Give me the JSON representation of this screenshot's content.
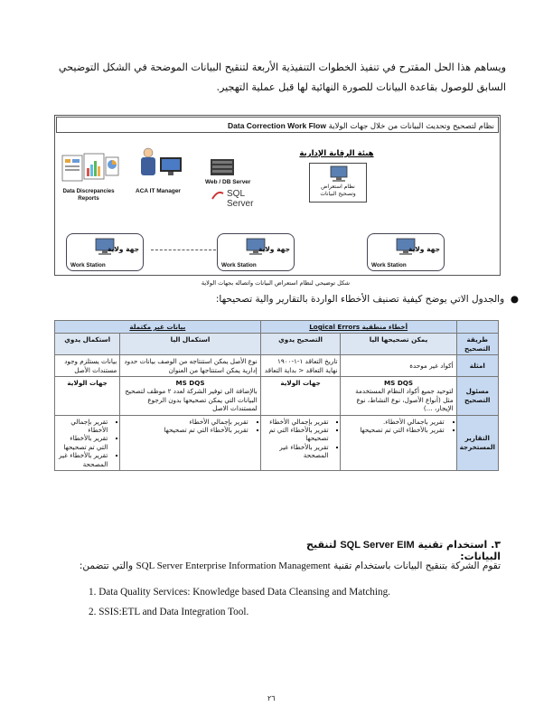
{
  "intro": {
    "line1": "ويساهم هذا الحل المقترح في تنفيذ الخطوات التنفيذية الأربعة لتنقيح البيانات الموضحة في الشكل التوضيحي",
    "line2": "السابق للوصول بقاعدة البيانات للصورة النهائية لها قبل عملية التهجير."
  },
  "figure": {
    "title_ar": "نظام لتصحيح وتحديث البيانات من خلال جهات الولاية",
    "title_en": "Data Correction Work Flow",
    "authority": "هيئة الرقابة الإدارية",
    "review_system_line1": "نظام استعراض",
    "review_system_line2": "وتصحيح البيانات",
    "server_label": "Web / DB Server",
    "sql_label": "SQL Server",
    "reports_label_line1": "Data Discrepancies",
    "reports_label_line2": "Reports",
    "manager_label": "ACA IT Manager",
    "workstations": [
      {
        "name": "جهة ولاية",
        "label": "Work Station"
      },
      {
        "name": "جهة ولاية",
        "label": "Work Station"
      },
      {
        "name": "جهة ولاية",
        "label": "Work Station"
      }
    ],
    "caption": "شكل توضيحي لنظام استعراض البيانات واتصاله بجهات الولاية"
  },
  "bullet_text": "والجدول الاتي يوضح كيفية تصنيف الأخطاء الواردة بالتقارير والية تصحيحها:",
  "table": {
    "group_logical": "أخطاء منطقية Logical Errors",
    "group_incomplete": "بيانات غير مكتملة",
    "col_method": "طريقة التصحيح",
    "col_auto": "يمكن تصحيحها اليا",
    "col_manual_fix": "التصحيح يدوي",
    "col_auto_complete": "استكمال اليا",
    "col_manual_complete": "استكمال يدوي",
    "row_examples": "امثلة",
    "ex_auto": "أكواد غير موحدة",
    "ex_manual_fix": "تاريخ التعاقد ١-١-١٩٠٠ نهاية التعاقد < بداية التعاقد",
    "ex_auto_complete": "نوع الأصل يمكن استنتاجه من الوصف بيانات حدود إدارية يمكن استنتاجها من العنوان",
    "ex_manual_complete": "بيانات يستلزم وجود مستندات الأصل",
    "row_responsible": "مسئول التصحيح",
    "resp_auto_title": "MS DQS",
    "resp_auto_desc": "لتوحيد جميع أكواد النظام المستخدمة مثل (أنواع الأصول، نوع النشاط، نوع الإيجار، ...)",
    "resp_manual_fix": "جهات الولاية",
    "resp_auto_complete_title": "MS DQS",
    "resp_auto_complete_desc": "بالإضافة الى توفير الشركة لعدد ٢ موظف لتصحيح البيانات التي يمكن تصحيحها بدون الرجوع لمستندات الاصل",
    "resp_manual_complete": "جهات الولاية",
    "row_reports": "التقارير المستخرجة",
    "rep_auto": [
      "تقرير باجمالي الأخطاء.",
      "تقرير بالأخطاء التي تم تصحيحها"
    ],
    "rep_manual_fix": [
      "تقرير بإجمالي الأخطاء",
      "تقرير بالأخطاء التي تم تصحيحها",
      "تقرير بالأخطاء غير المصححة"
    ],
    "rep_auto_complete": [
      "تقرير بإجمالي الأخطاء",
      "تقرير بالأخطاء التي تم تصحيحها"
    ],
    "rep_manual_complete": [
      "تقرير بإجمالي الأخطاء",
      "تقرير بالأخطاء التي تم تصحيحها",
      "تقرير بالأخطاء غير المصححة"
    ]
  },
  "section3": {
    "number": "٣.",
    "title_pre": "استخدام تقنية",
    "title_en": "SQL Server EIM",
    "title_post": "لتنقيح البيانات:"
  },
  "para2": {
    "pre": "تقوم الشركة بتنقيح البيانات باستخدام تقنية",
    "en": "SQL Server Enterprise Information Management",
    "post": "والتي تتضمن:"
  },
  "list": [
    "1.   Data Quality Services: Knowledge based Data Cleansing and Matching.",
    "2.   SSIS:ETL and Data Integration Tool."
  ],
  "page_number": "٢٦",
  "colors": {
    "table_header": "#c6d9f1",
    "table_subheader": "#dce6f2"
  }
}
